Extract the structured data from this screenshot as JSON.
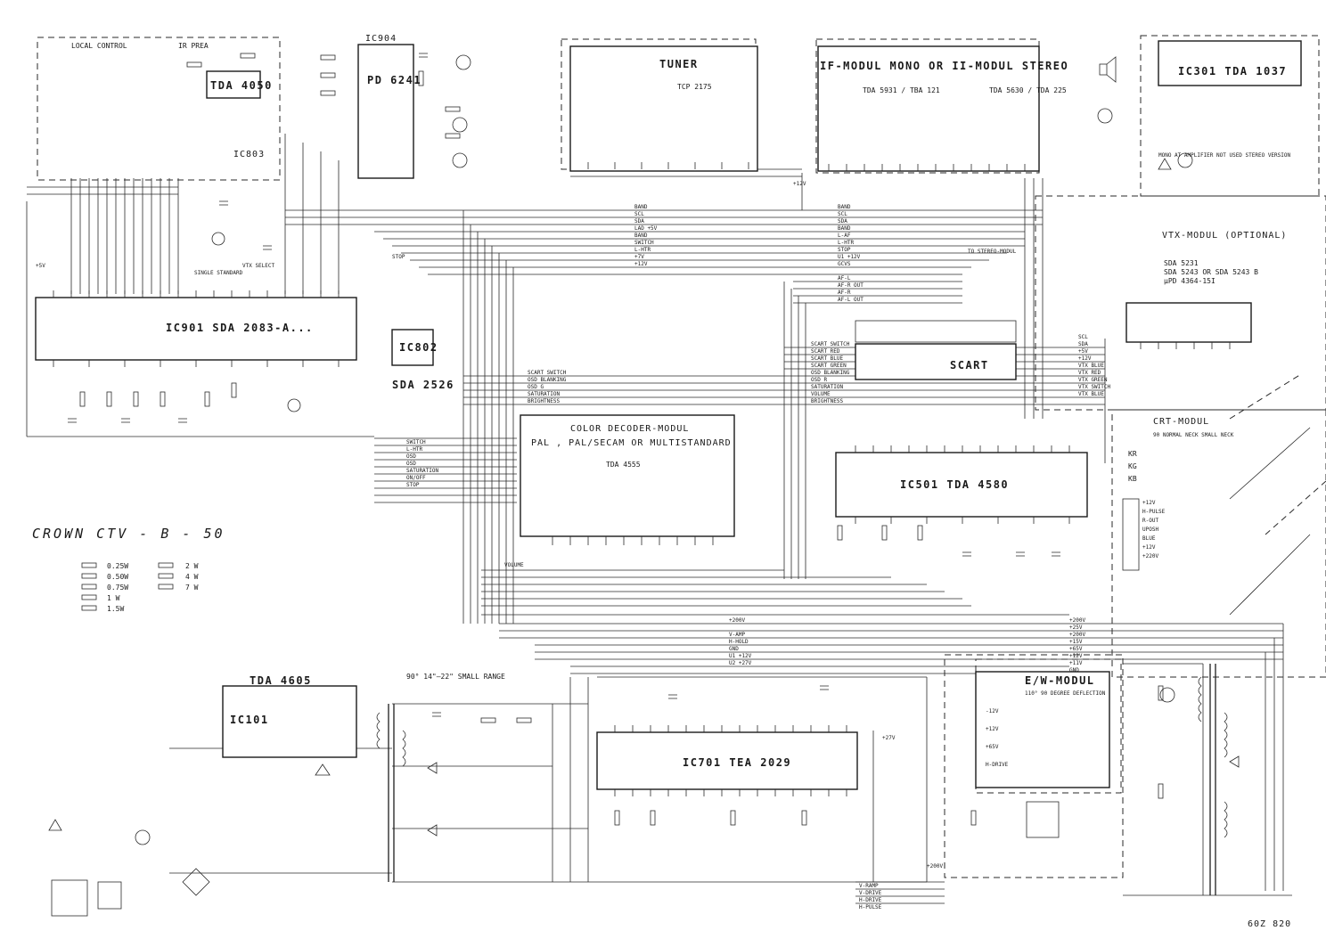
{
  "modules": {
    "local_control": "LOCAL CONTROL",
    "ir_preamp": "IR PREA",
    "ic_tda4050": "TDA 4050",
    "ic803": "IC803",
    "ic904": "IC904",
    "pd6241": "PD 6241",
    "tuner": "TUNER",
    "tuner_type": "TCP 2175",
    "if_modul": "IF-MODUL MONO OR II-MODUL STEREO",
    "if_left": "TDA 5931 / TBA 121",
    "if_right": "TDA 5630 / TDA 225",
    "ic301": "IC301  TDA 1037",
    "ic301_note": "MONO AT AMPLIFIER NOT USED STEREO VERSION",
    "vtx_modul": "VTX-MODUL (OPTIONAL)",
    "vtx_ics": [
      "SDA 5231",
      "SDA 5243 OR SDA 5243 B",
      "µPD 4364-15I"
    ],
    "ic901": "IC901  SDA 2083-A...",
    "ic802": "IC802",
    "sda2526": "SDA 2526",
    "scart": "SCART",
    "color_decoder_1": "COLOR DECODER-MODUL",
    "color_decoder_2": "PAL , PAL/SECAM OR MULTISTANDARD",
    "tda4555": "TDA 4555",
    "ic501": "IC501  TDA 4580",
    "crt_modul": "CRT-MODUL",
    "crt_note": "90 NORMAL NECK  SMALL NECK",
    "tda4605": "TDA 4605",
    "ic101": "IC101",
    "small_range": "90° 14\"–22\" SMALL RANGE",
    "ic701": "IC701  TEA 2029",
    "ew_modul": "E/W-MODUL",
    "ew_note": "110° 90 DEGREE DEFLECTION",
    "handwritten_title": "CROWN  CTV - B - 50",
    "part_no": "60Z 820",
    "single_standard": "SINGLE STANDARD",
    "vtx_select": "VTX SELECT",
    "to_stereo": "TO STEREO-MODUL"
  },
  "legend": {
    "left": [
      "0.25W",
      "0.50W",
      "0.75W",
      "1 W",
      "1.5W"
    ],
    "right": [
      "2 W",
      "4 W",
      "7 W"
    ]
  },
  "signals": {
    "bus_top": [
      "BAND",
      "SCL",
      "SDA",
      "LAD +5V",
      "BAND",
      "SWITCH",
      "L-HTR",
      "+7V",
      "+12V"
    ],
    "bus_right": [
      "BAND",
      "SCL",
      "SDA",
      "BAND",
      "L-AF",
      "L-HTR",
      "STOP",
      "U1 +12V",
      "GCVS",
      "AF-L",
      "AF-R OUT",
      "AF-R",
      "AF-L OUT"
    ],
    "scart_bus": [
      "SCART SWITCH",
      "SCART RED",
      "SCART BLUE",
      "SCART GREEN",
      "OSD BLANKING",
      "OSD R",
      "SATURATION",
      "VOLUME",
      "BRIGHTNESS"
    ],
    "decoder_left": [
      "SCART SWITCH",
      "OSD BLANKING",
      "OSD G",
      "SATURATION",
      "BRIGHTNESS"
    ],
    "ic901_left": [
      "SWITCH",
      "L-HTR",
      "OSD",
      "OSD",
      "SATURATION",
      "ON/OFF",
      "STOP"
    ],
    "vtx_signals": [
      "SCL",
      "SDA",
      "+5V",
      "+12V",
      "VTX BLUE",
      "VTX RED",
      "VTX GREEN",
      "VTX SWITCH",
      "VTX BLUE"
    ],
    "crt_pins": [
      "KR",
      "KG",
      "KB"
    ],
    "crt_right": [
      "+12V",
      "H-PULSE",
      "R-OUT",
      "UPOSH",
      "BLUE",
      "+12V",
      "+220V"
    ],
    "deflection": [
      "V-RAMP",
      "V-DRIVE",
      "H-DRIVE",
      "H-PULSE"
    ],
    "rail_right": [
      "+200V",
      "+25V",
      "+200V",
      "+15V",
      "+65V",
      "+12V",
      "+11V",
      "GND"
    ],
    "ew_side": [
      "-12V",
      "+12V",
      "+65V",
      "H-DRIVE"
    ],
    "ic701_left": [
      "+200V",
      "V-AMP",
      "H-HOLD",
      "GND",
      "U1 +12V",
      "U2 +27V"
    ],
    "volume": "VOLUME",
    "stop": "STOP",
    "plus12": "+12V",
    "plus5": "+5V",
    "plus200": "+200V",
    "plus27": "+27V"
  }
}
